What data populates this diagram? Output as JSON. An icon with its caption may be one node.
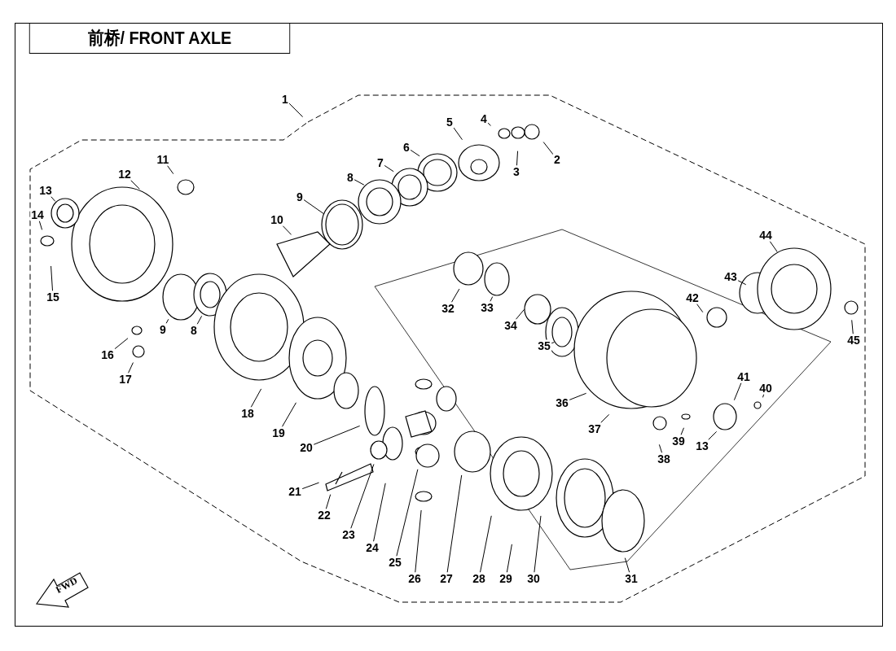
{
  "diagram": {
    "title": "前桥/ FRONT AXLE",
    "nodes": [
      {
        "text": [
          "1"
        ]
      },
      {
        "text": [
          "2"
        ]
      },
      {
        "text": [
          "3"
        ]
      },
      {
        "text": [
          "4"
        ]
      },
      {
        "text": [
          "5"
        ]
      },
      {
        "text": [
          "6"
        ]
      },
      {
        "text": [
          "7"
        ]
      },
      {
        "text": [
          "8"
        ]
      },
      {
        "text": [
          "9"
        ]
      },
      {
        "text": [
          "10"
        ]
      },
      {
        "text": [
          "11"
        ]
      },
      {
        "text": [
          "12"
        ]
      },
      {
        "text": [
          "13"
        ]
      },
      {
        "text": [
          "14"
        ]
      },
      {
        "text": [
          "15"
        ]
      },
      {
        "text": [
          "9"
        ]
      },
      {
        "text": [
          "8"
        ]
      },
      {
        "text": [
          "16"
        ]
      },
      {
        "text": [
          "17"
        ]
      },
      {
        "text": [
          "18"
        ]
      },
      {
        "text": [
          "19"
        ]
      },
      {
        "text": [
          "20"
        ]
      },
      {
        "text": [
          "21"
        ]
      },
      {
        "text": [
          "22"
        ]
      },
      {
        "text": [
          "23"
        ]
      },
      {
        "text": [
          "24"
        ]
      },
      {
        "text": [
          "25"
        ]
      },
      {
        "text": [
          "26"
        ]
      },
      {
        "text": [
          "27"
        ]
      },
      {
        "text": [
          "28"
        ]
      },
      {
        "text": [
          "29"
        ]
      },
      {
        "text": [
          "30"
        ]
      },
      {
        "text": [
          "31"
        ]
      },
      {
        "text": [
          "32"
        ]
      },
      {
        "text": [
          "33"
        ]
      },
      {
        "text": [
          "34"
        ]
      },
      {
        "text": [
          "35"
        ]
      },
      {
        "text": [
          "36"
        ]
      },
      {
        "text": [
          "37"
        ]
      },
      {
        "text": [
          "38"
        ]
      },
      {
        "text": [
          "39"
        ]
      },
      {
        "text": [
          "40"
        ]
      },
      {
        "text": [
          "41"
        ]
      },
      {
        "text": [
          "13"
        ]
      },
      {
        "text": [
          "42"
        ]
      },
      {
        "text": [
          "43"
        ]
      },
      {
        "text": [
          "44"
        ]
      },
      {
        "text": [
          "45"
        ]
      }
    ],
    "edges": [
      {
        "from": 0,
        "to": null,
        "arrow": "none"
      },
      {
        "from": 1,
        "to": null,
        "arrow": "none"
      },
      {
        "from": 2,
        "to": null,
        "arrow": "none"
      },
      {
        "from": 3,
        "to": null,
        "arrow": "none"
      },
      {
        "from": 4,
        "to": null,
        "arrow": "none"
      },
      {
        "from": 5,
        "to": null,
        "arrow": "none"
      },
      {
        "from": 6,
        "to": null,
        "arrow": "none"
      },
      {
        "from": 7,
        "to": null,
        "arrow": "none"
      },
      {
        "from": 8,
        "to": null,
        "arrow": "none"
      },
      {
        "from": 9,
        "to": null,
        "arrow": "none"
      },
      {
        "from": 10,
        "to": null,
        "arrow": "none"
      },
      {
        "from": 11,
        "to": null,
        "arrow": "none"
      },
      {
        "from": 12,
        "to": null,
        "arrow": "none"
      },
      {
        "from": 13,
        "to": null,
        "arrow": "none"
      },
      {
        "from": 14,
        "to": null,
        "arrow": "none"
      },
      {
        "from": 15,
        "to": null,
        "arrow": "none"
      },
      {
        "from": 16,
        "to": null,
        "arrow": "none"
      },
      {
        "from": 17,
        "to": null,
        "arrow": "none"
      },
      {
        "from": 18,
        "to": null,
        "arrow": "none"
      },
      {
        "from": 19,
        "to": null,
        "arrow": "none"
      },
      {
        "from": 20,
        "to": null,
        "arrow": "none"
      },
      {
        "from": 21,
        "to": null,
        "arrow": "none"
      },
      {
        "from": 22,
        "to": null,
        "arrow": "none"
      },
      {
        "from": 23,
        "to": null,
        "arrow": "none"
      },
      {
        "from": 24,
        "to": null,
        "arrow": "none"
      },
      {
        "from": 25,
        "to": null,
        "arrow": "none"
      },
      {
        "from": 26,
        "to": null,
        "arrow": "none"
      },
      {
        "from": 27,
        "to": null,
        "arrow": "none"
      },
      {
        "from": 28,
        "to": null,
        "arrow": "none"
      },
      {
        "from": 29,
        "to": null,
        "arrow": "none"
      },
      {
        "from": 30,
        "to": null,
        "arrow": "none"
      },
      {
        "from": 31,
        "to": null,
        "arrow": "none"
      },
      {
        "from": 32,
        "to": null,
        "arrow": "none"
      },
      {
        "from": 33,
        "to": null,
        "arrow": "none"
      },
      {
        "from": 34,
        "to": null,
        "arrow": "none"
      },
      {
        "from": 35,
        "to": null,
        "arrow": "none"
      },
      {
        "from": 36,
        "to": null,
        "arrow": "none"
      },
      {
        "from": 37,
        "to": null,
        "arrow": "none"
      },
      {
        "from": 38,
        "to": null,
        "arrow": "none"
      },
      {
        "from": 39,
        "to": null,
        "arrow": "none"
      },
      {
        "from": 40,
        "to": null,
        "arrow": "none"
      },
      {
        "from": 41,
        "to": null,
        "arrow": "none"
      },
      {
        "from": 42,
        "to": null,
        "arrow": "none"
      },
      {
        "from": 43,
        "to": null,
        "arrow": "none"
      },
      {
        "from": 44,
        "to": null,
        "arrow": "none"
      },
      {
        "from": 45,
        "to": null,
        "arrow": "none"
      },
      {
        "from": 46,
        "to": null,
        "arrow": "none"
      },
      {
        "from": 47,
        "to": null,
        "arrow": "none"
      }
    ],
    "labels": [
      "FWD"
    ]
  }
}
